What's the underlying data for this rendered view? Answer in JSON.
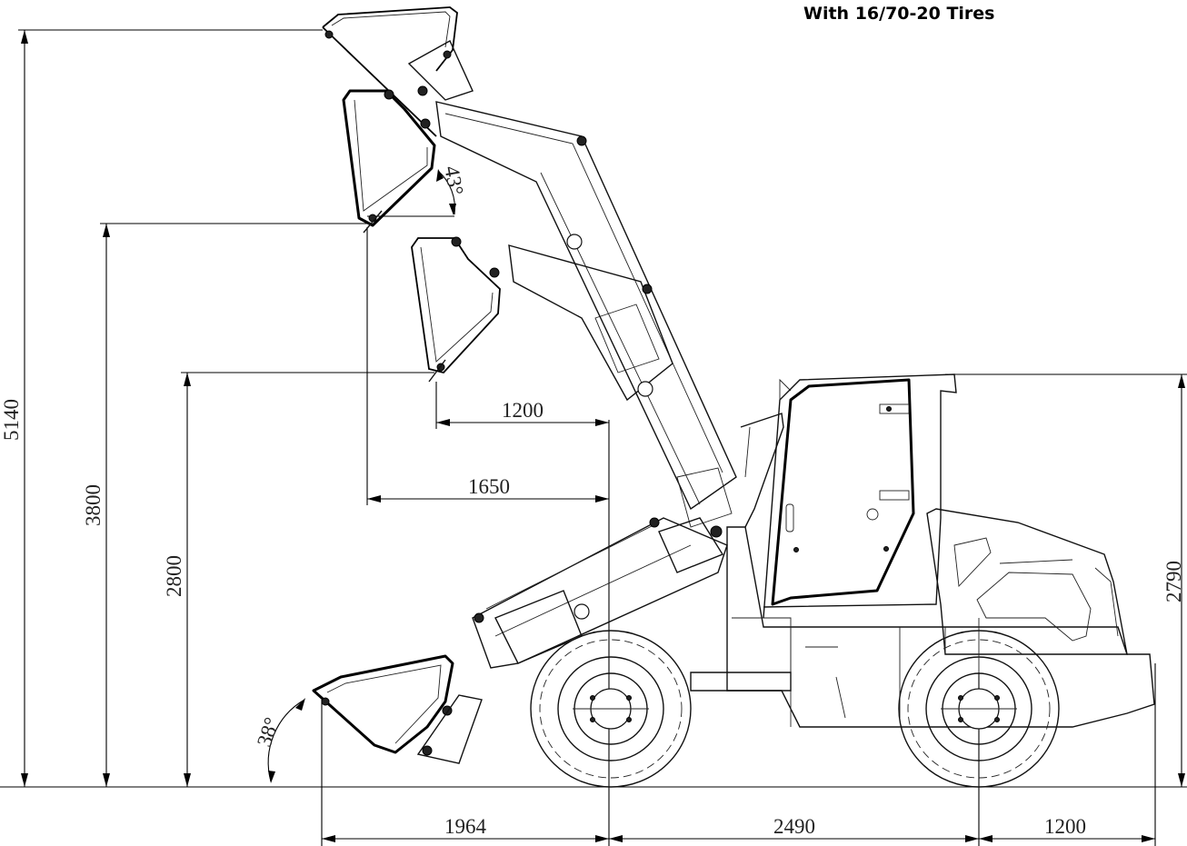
{
  "title": "With 16/70-20 Tires",
  "dimensions": {
    "max_height": "5140",
    "hinge_height": "3800",
    "dump_height": "2800",
    "cab_height": "2790",
    "reach_1200": "1200",
    "reach_1650": "1650",
    "front_overhang": "1964",
    "wheelbase": "2490",
    "rear_overhang": "1200"
  },
  "angles": {
    "dump_angle": "43°",
    "rollback_angle": "38°"
  }
}
